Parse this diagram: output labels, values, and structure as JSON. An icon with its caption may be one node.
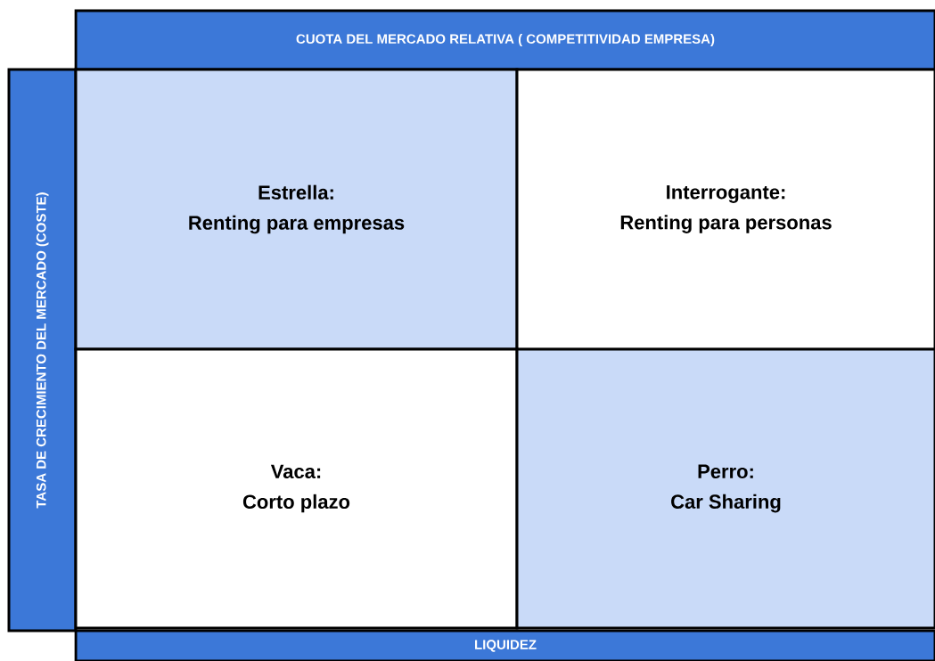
{
  "diagram": {
    "nodes": [
      {
        "text": [
          "CUOTA DEL MERCADO RELATIVA ( COMPETITIVIDAD EMPRESA)"
        ]
      },
      {
        "text": [
          "TASA DE CRECIMIENTO DEL MERCADO (COSTE)"
        ]
      },
      {
        "text": [
          "Estrella:",
          "Renting para empresas"
        ]
      },
      {
        "text": [
          "Interrogante:",
          "Renting para personas"
        ]
      },
      {
        "text": [
          "Vaca:",
          "Corto plazo"
        ]
      },
      {
        "text": [
          "Perro:",
          "Car Sharing"
        ]
      },
      {
        "text": [
          "LIQUIDEZ"
        ]
      }
    ]
  }
}
